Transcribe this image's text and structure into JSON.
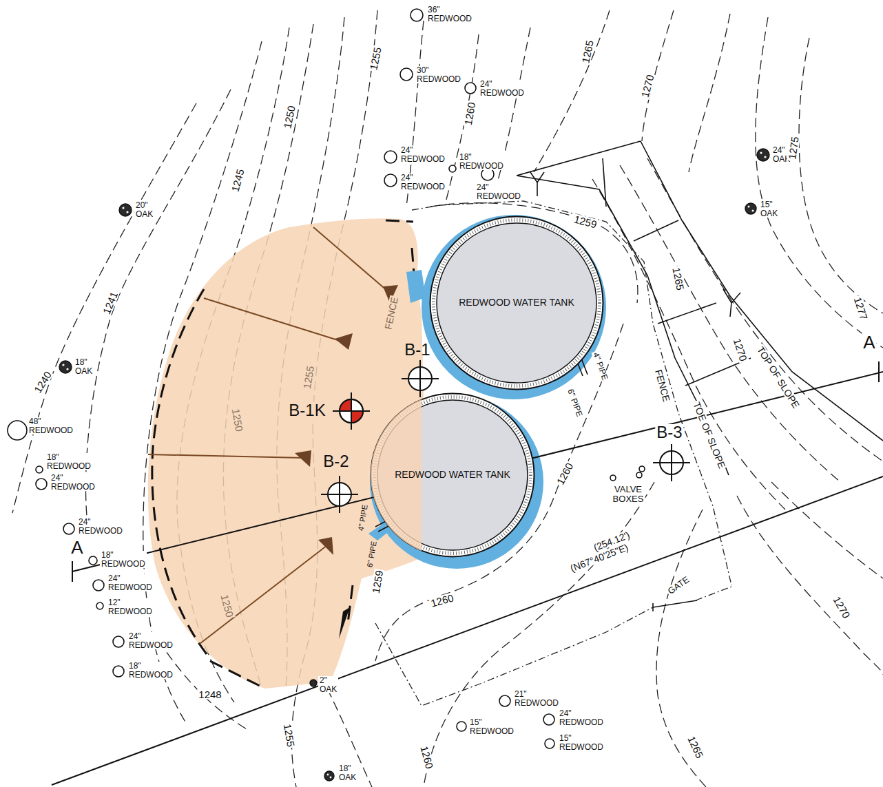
{
  "diagram": {
    "nodes": [
      {
        "text": [
          "REDWOOD WATER TANK"
        ]
      },
      {
        "text": [
          "REDWOOD WATER TANK"
        ]
      }
    ],
    "labels": [
      "36\" REDWOOD",
      "30\" REDWOOD",
      "24\" REDWOOD",
      "24\" REDWOOD",
      "18\" REDWOOD",
      "24\" REDWOOD",
      "24\" REDWOOD",
      "24\" OAK",
      "15\" OAK",
      "20\" OAK",
      "18\" OAK",
      "48\" REDWOOD",
      "18\" REDWOOD",
      "24\" REDWOOD",
      "24\" REDWOOD",
      "18\" REDWOOD",
      "24\" REDWOOD",
      "12\" REDWOOD",
      "24\" REDWOOD",
      "18\" REDWOOD",
      "2\" OAK",
      "21\" REDWOOD",
      "24\" REDWOOD",
      "15\" REDWOOD",
      "15\" REDWOOD",
      "18\" OAK",
      "1255",
      "1250",
      "1245",
      "1241",
      "1240",
      "1260",
      "1265",
      "1270",
      "1275",
      "1277",
      "1259",
      "1265",
      "1270",
      "1260",
      "1260",
      "1259",
      "1255",
      "1260",
      "1265",
      "1270",
      "1248",
      "1255",
      "1250",
      "1250",
      "FENCE",
      "FENCE",
      "TOP OF SLOPE",
      "TOE OF SLOPE",
      "4\" PIPE",
      "6\" PIPE",
      "4\" PIPE",
      "6\" PIPE",
      "VALVE BOXES",
      "GATE",
      "(254.12')",
      "(N67°40'25\"E)",
      "A",
      "A",
      "B-1",
      "B-1K",
      "B-2",
      "B-3"
    ]
  }
}
